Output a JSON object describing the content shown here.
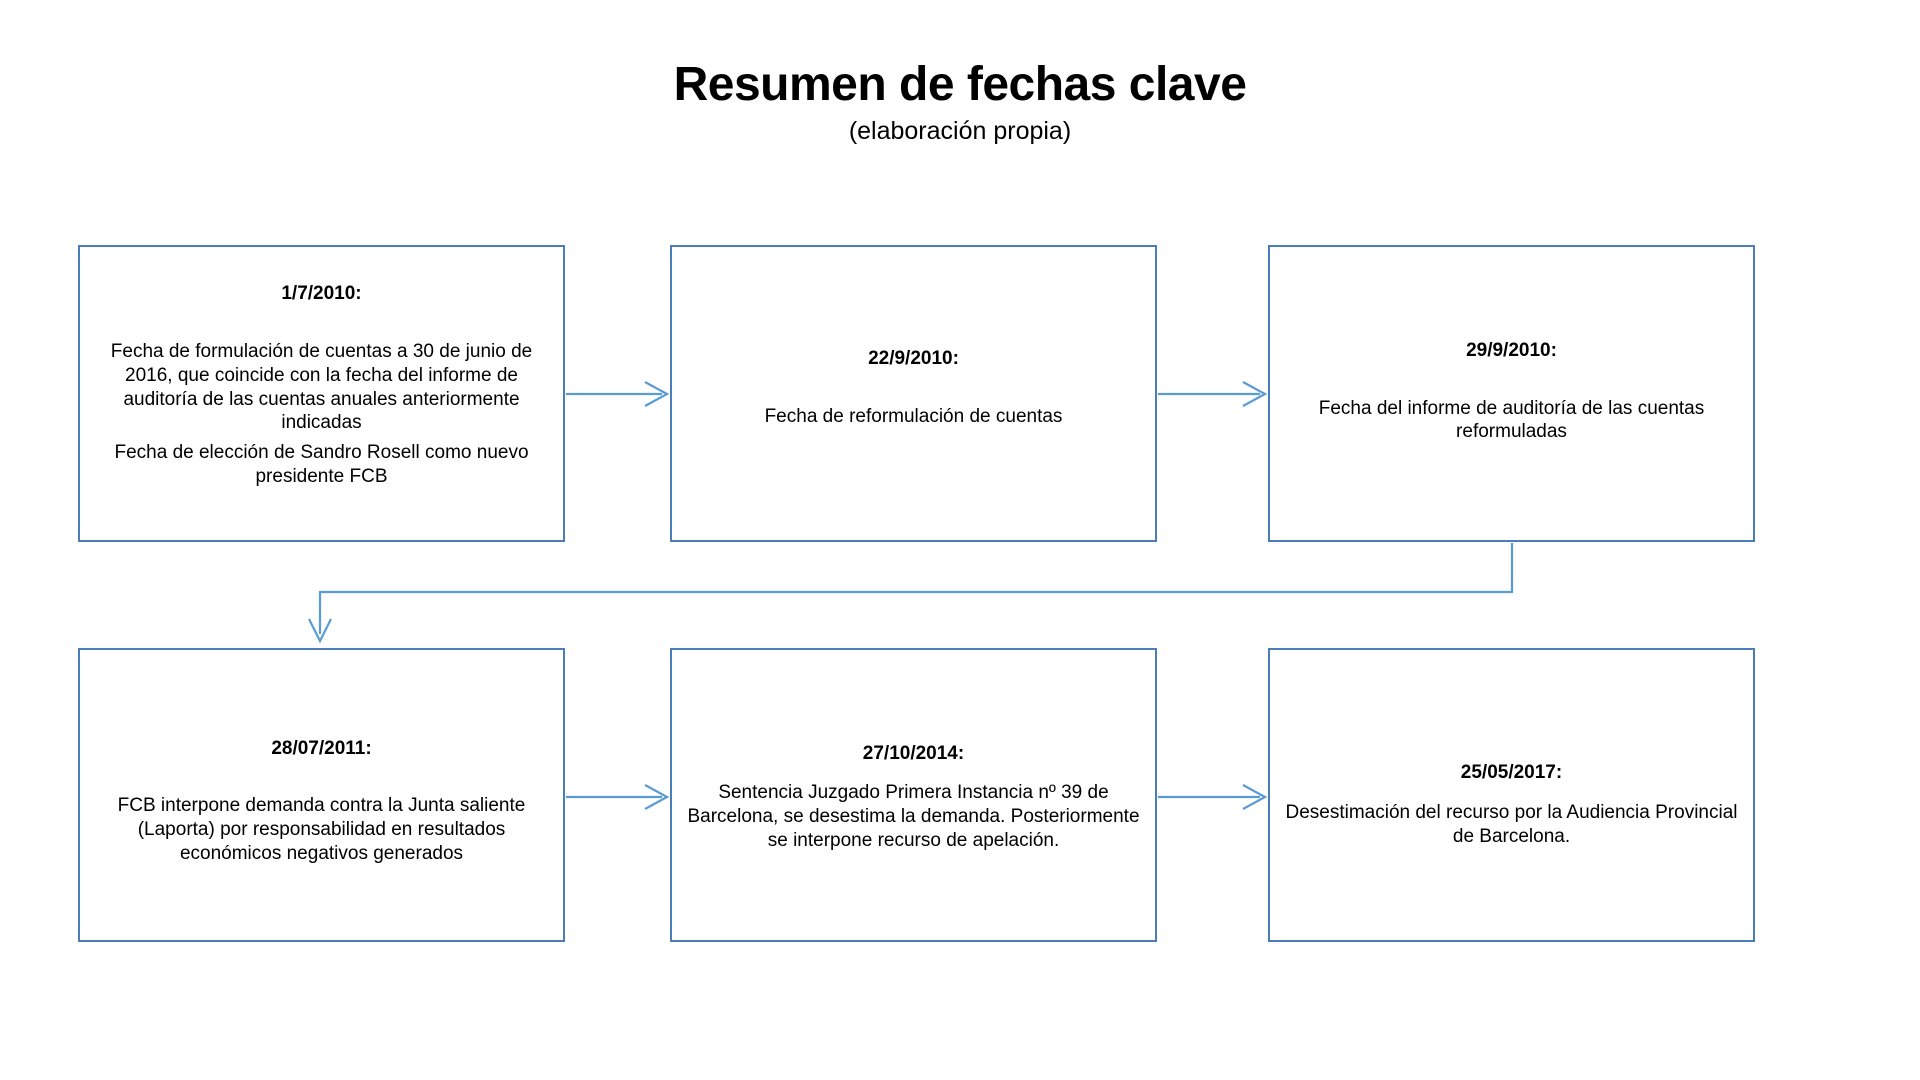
{
  "header": {
    "title": "Resumen de fechas clave",
    "subtitle": "(elaboración propia)"
  },
  "theme": {
    "box_border_color": "#4a7ebb",
    "connector_color": "#5b9bd5",
    "background_color": "#ffffff",
    "text_color": "#000000"
  },
  "nodes": [
    {
      "id": "node-1",
      "date": "1/7/2010:",
      "body1": "Fecha de formulación de cuentas a 30 de junio de 2016, que coincide con la fecha del informe de auditoría de las cuentas anuales anteriormente indicadas",
      "body2": "Fecha de elección de Sandro Rosell como nuevo presidente FCB"
    },
    {
      "id": "node-2",
      "date": "22/9/2010:",
      "body1": "Fecha de reformulación de cuentas",
      "body2": ""
    },
    {
      "id": "node-3",
      "date": "29/9/2010:",
      "body1": "Fecha del informe de auditoría de las cuentas reformuladas",
      "body2": ""
    },
    {
      "id": "node-4",
      "date": "28/07/2011:",
      "body1": "FCB interpone demanda contra la Junta saliente (Laporta) por responsabilidad en resultados económicos negativos generados",
      "body2": ""
    },
    {
      "id": "node-5",
      "date": "27/10/2014:",
      "body1": "Sentencia Juzgado Primera Instancia nº 39 de Barcelona, se desestima la demanda. Posteriormente se interpone recurso de apelación.",
      "body2": ""
    },
    {
      "id": "node-6",
      "date": "25/05/2017:",
      "body1": "Desestimación del recurso por la Audiencia Provincial de Barcelona.",
      "body2": ""
    }
  ],
  "connectors": [
    {
      "id": "arrow-1-to-2",
      "from": "node-1",
      "to": "node-2",
      "kind": "horizontal-arrow"
    },
    {
      "id": "arrow-2-to-3",
      "from": "node-2",
      "to": "node-3",
      "kind": "horizontal-arrow"
    },
    {
      "id": "arrow-3-to-4",
      "from": "node-3",
      "to": "node-4",
      "kind": "elbow-arrow"
    },
    {
      "id": "arrow-4-to-5",
      "from": "node-4",
      "to": "node-5",
      "kind": "horizontal-arrow"
    },
    {
      "id": "arrow-5-to-6",
      "from": "node-5",
      "to": "node-6",
      "kind": "horizontal-arrow"
    }
  ]
}
